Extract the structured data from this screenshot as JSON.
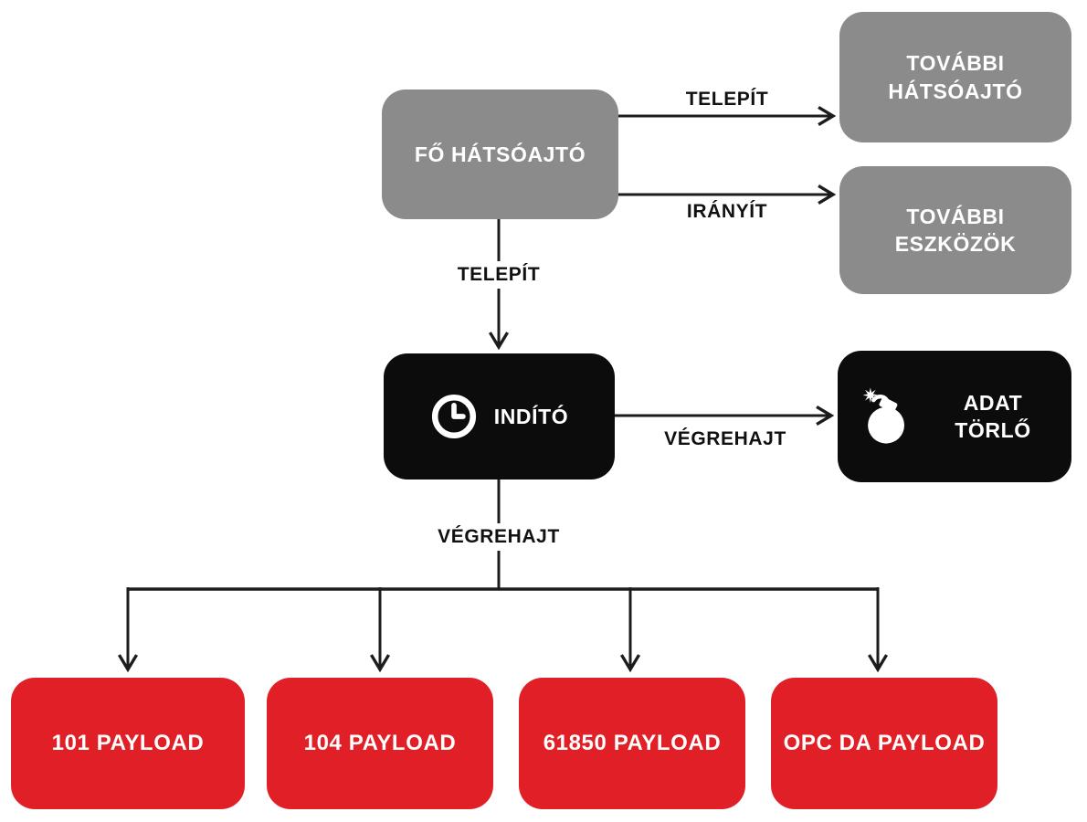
{
  "diagram": {
    "title": "malware-architecture-flowchart",
    "nodes": {
      "main_backdoor": {
        "label": "FŐ HÁTSÓAJTÓ",
        "color": "#8b8b8b"
      },
      "additional_backdoor": {
        "line1": "TOVÁBBI",
        "line2": "HÁTSÓAJTÓ",
        "color": "#8b8b8b"
      },
      "additional_tools": {
        "line1": "TOVÁBBI",
        "line2": "ESZKÖZÖK",
        "color": "#8b8b8b"
      },
      "launcher": {
        "label": "INDÍTÓ",
        "icon": "clock-icon",
        "color": "#0c0c0c"
      },
      "data_wiper": {
        "label": "ADAT TÖRLŐ",
        "icon": "bomb-icon",
        "color": "#0c0c0c"
      },
      "payload_101": {
        "label": "101 PAYLOAD",
        "color": "#e02026"
      },
      "payload_104": {
        "label": "104 PAYLOAD",
        "color": "#e02026"
      },
      "payload_61850": {
        "label": "61850 PAYLOAD",
        "color": "#e02026"
      },
      "payload_opc_da": {
        "label": "OPC DA PAYLOAD",
        "color": "#e02026"
      }
    },
    "edges": [
      {
        "id": "telepit-top",
        "from": "main_backdoor",
        "to": "additional_backdoor",
        "label": "TELEPÍT"
      },
      {
        "id": "iranyit",
        "from": "main_backdoor",
        "to": "additional_tools",
        "label": "IRÁNYÍT"
      },
      {
        "id": "telepit-down",
        "from": "main_backdoor",
        "to": "launcher",
        "label": "TELEPÍT"
      },
      {
        "id": "vegrehajt-right",
        "from": "launcher",
        "to": "data_wiper",
        "label": "VÉGREHAJT"
      },
      {
        "id": "vegrehajt-down",
        "from": "launcher",
        "to": "payloads",
        "label": "VÉGREHAJT"
      }
    ],
    "colors": {
      "gray": "#8b8b8b",
      "black": "#0c0c0c",
      "red": "#e02026",
      "line": "#1c1c1c",
      "bg": "#ffffff",
      "box_text": "#ffffff",
      "label_text": "#111111"
    }
  }
}
